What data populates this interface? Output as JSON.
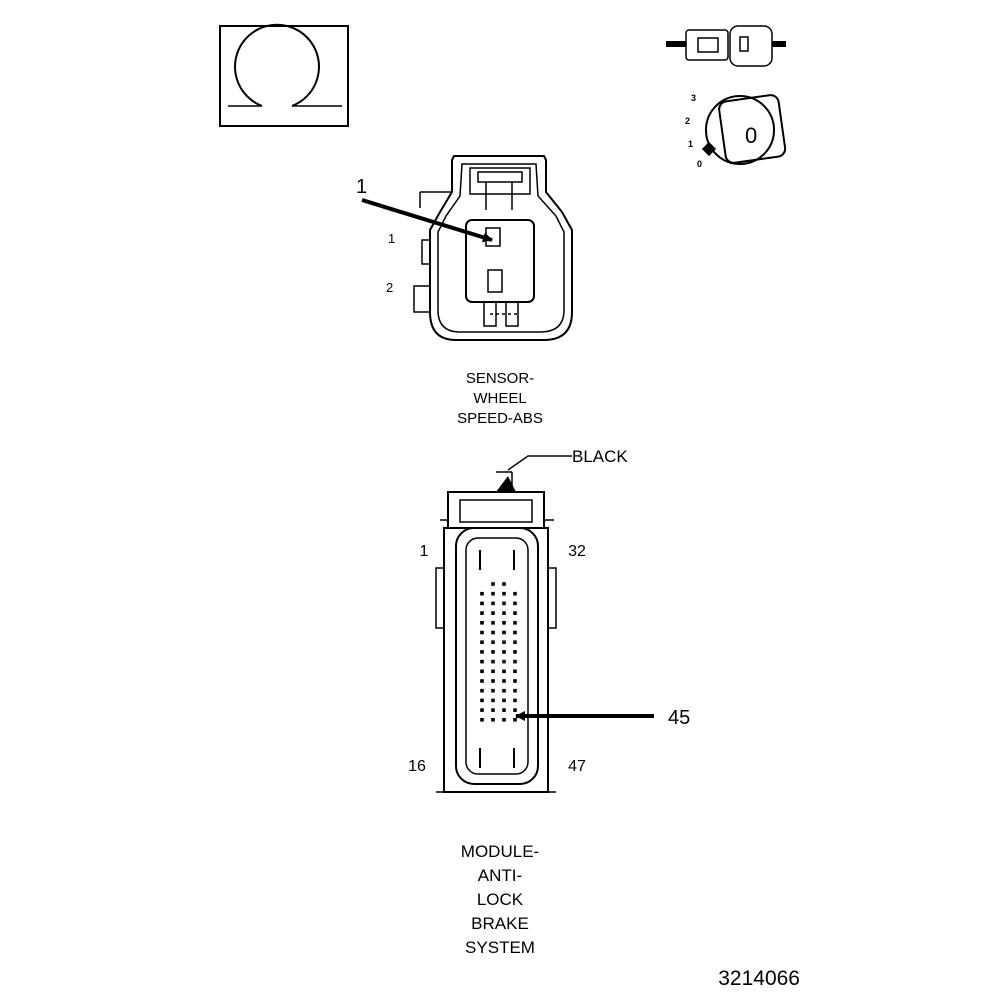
{
  "icons": {
    "ohm": "ohmmeter-symbol-icon",
    "connector_test": "connector-test-adapter-icon",
    "ignition": "ignition-switch-icon"
  },
  "ignition": {
    "positions": [
      "3",
      "2",
      "1",
      "0"
    ],
    "key_label": "0"
  },
  "sensor": {
    "callout": "1",
    "pin_labels": [
      "1",
      "2"
    ],
    "title_lines": [
      "SENSOR-",
      "WHEEL",
      "SPEED-ABS"
    ]
  },
  "module": {
    "color_label": "BLACK",
    "corner_labels": {
      "top_left": "1",
      "top_right": "32",
      "bottom_left": "16",
      "bottom_right": "47"
    },
    "callout": "45",
    "title_lines": [
      "MODULE-",
      "ANTI-",
      "LOCK",
      "BRAKE",
      "SYSTEM"
    ]
  },
  "figure_id": "3214066"
}
